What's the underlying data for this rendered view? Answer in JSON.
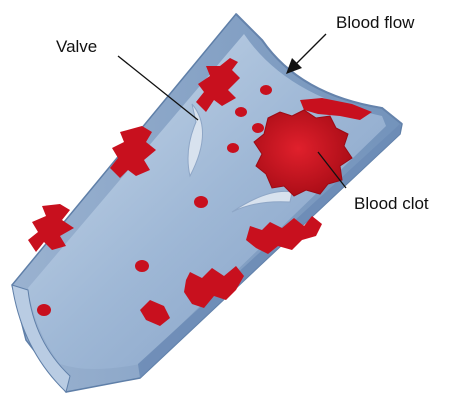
{
  "labels": {
    "valve": "Valve",
    "blood_flow": "Blood flow",
    "blood_clot": "Blood clot"
  },
  "colors": {
    "vessel_wall": "#8fa9c9",
    "lumen": "#a9c1dc",
    "lumen_dark": "#6f8fb8",
    "blood": "#c8101e",
    "blood_dark": "#9b0a14",
    "valve": "#d8e2ee"
  }
}
